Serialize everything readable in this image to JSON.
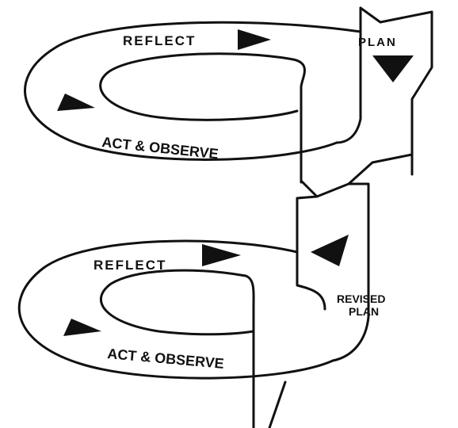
{
  "cycle_1": {
    "plan_label": "PLAN",
    "reflect_label": "REFLECT",
    "act_observe_label": "ACT & OBSERVE"
  },
  "cycle_2": {
    "revised_plan_line1": "REVISED",
    "revised_plan_line2": "PLAN",
    "reflect_label": "REFLECT",
    "act_observe_label": "ACT & OBSERVE"
  },
  "colors": {
    "line": "#111111",
    "background": "#ffffff"
  }
}
